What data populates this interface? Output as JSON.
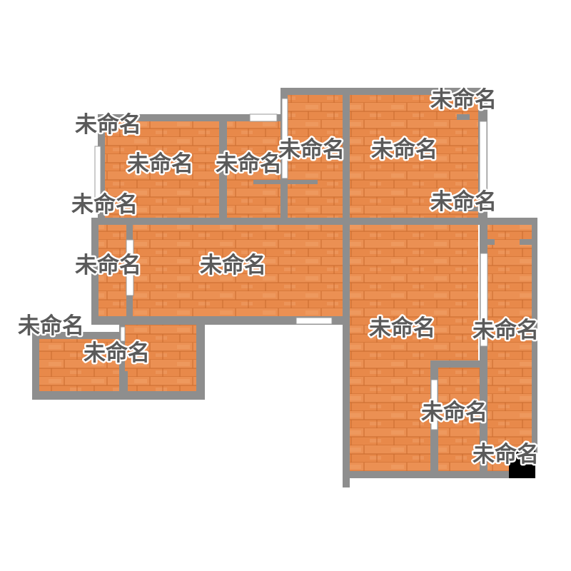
{
  "rooms": [
    {
      "id": "west-balcony-top",
      "label": "未命名"
    },
    {
      "id": "west-room-left",
      "label": "未命名"
    },
    {
      "id": "west-room-mid",
      "label": "未命名"
    },
    {
      "id": "west-balcony-bottom",
      "label": "未命名"
    },
    {
      "id": "center-room",
      "label": "未命名"
    },
    {
      "id": "east-room-top",
      "label": "未命名"
    },
    {
      "id": "east-balcony-top",
      "label": "未命名"
    },
    {
      "id": "east-balcony-bottom",
      "label": "未命名"
    },
    {
      "id": "west-corridor",
      "label": "未命名"
    },
    {
      "id": "living-room",
      "label": "未命名"
    },
    {
      "id": "southwest-balcony",
      "label": "未命名"
    },
    {
      "id": "southwest-room",
      "label": "未命名"
    },
    {
      "id": "dining-room",
      "label": "未命名"
    },
    {
      "id": "east-strip",
      "label": "未命名"
    },
    {
      "id": "south-small-room",
      "label": "未命名"
    },
    {
      "id": "southeast-corner",
      "label": "未命名"
    }
  ],
  "colors": {
    "floor": "#e8894a",
    "floor_line": "#c96a2e",
    "floor_light": "#f0a067",
    "wall": "#8e8e8e",
    "window": "#ffffff",
    "label": "#5a5a5a",
    "pillar": "#000000"
  }
}
